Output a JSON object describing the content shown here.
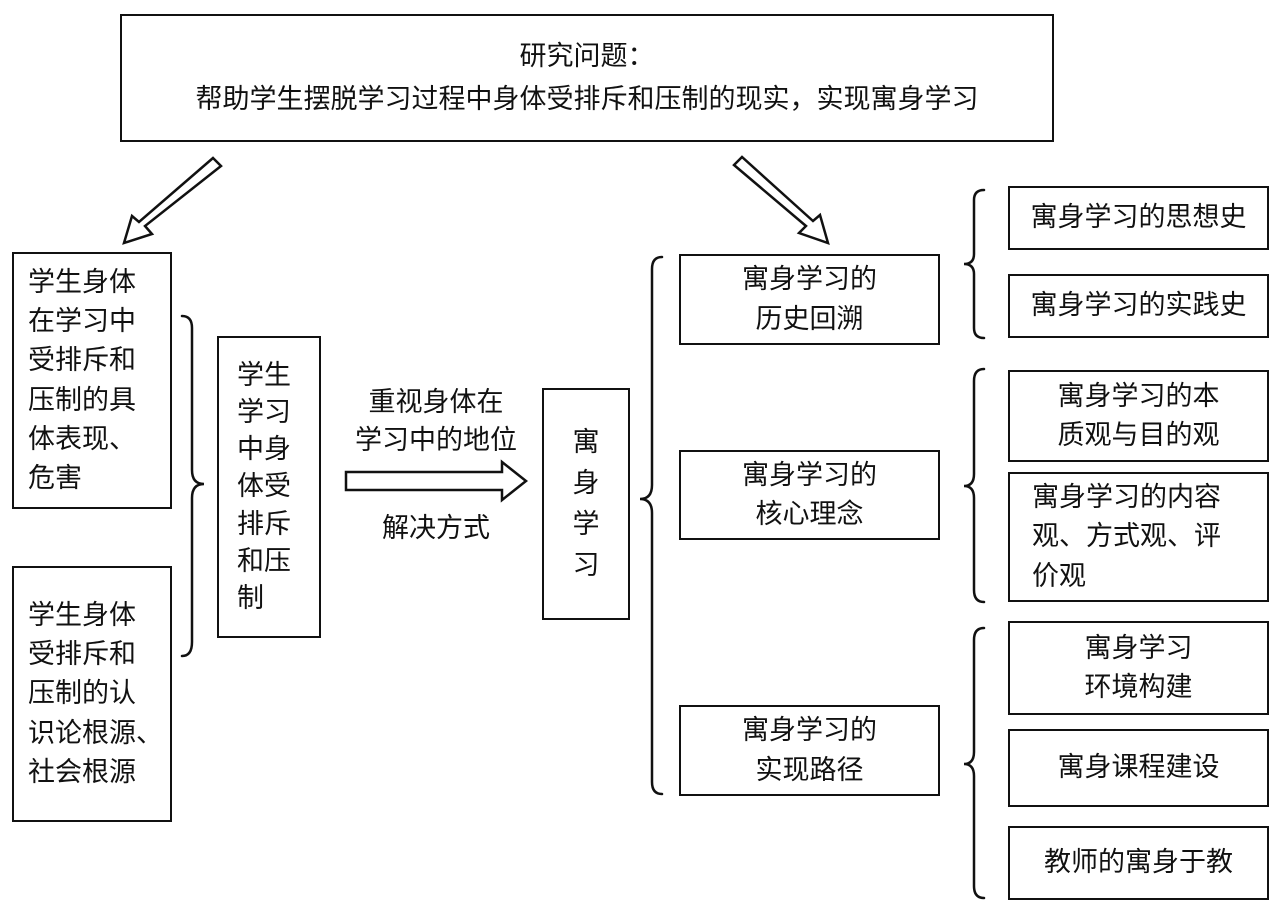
{
  "research": {
    "title": "研究问题：",
    "subtitle": "帮助学生摆脱学习过程中身体受排斥和压制的现实，实现寓身学习"
  },
  "left": {
    "box1": "学生身体\n在学习中\n受排斥和\n压制的具\n体表现、\n危害",
    "box2": "学生身体\n受排斥和\n压制的认\n识论根源、\n社会根源",
    "center": "学生\n学习\n中身\n体受\n排斥\n和压\n制"
  },
  "arrow": {
    "above": "重视身体在\n学习中的地位",
    "below": "解决方式"
  },
  "core": "寓\n身\n学\n习",
  "middle": {
    "history": "寓身学习的\n历史回溯",
    "concept": "寓身学习的\n核心理念",
    "path": "寓身学习的\n实现路径"
  },
  "right": {
    "history_items": [
      "寓身学习的思想史",
      "寓身学习的实践史"
    ],
    "concept_items": [
      "寓身学习的本\n质观与目的观",
      "寓身学习的内容\n观、方式观、评\n价观"
    ],
    "path_items": [
      "寓身学习\n环境构建",
      "寓身课程建设",
      "教师的寓身于教"
    ]
  }
}
